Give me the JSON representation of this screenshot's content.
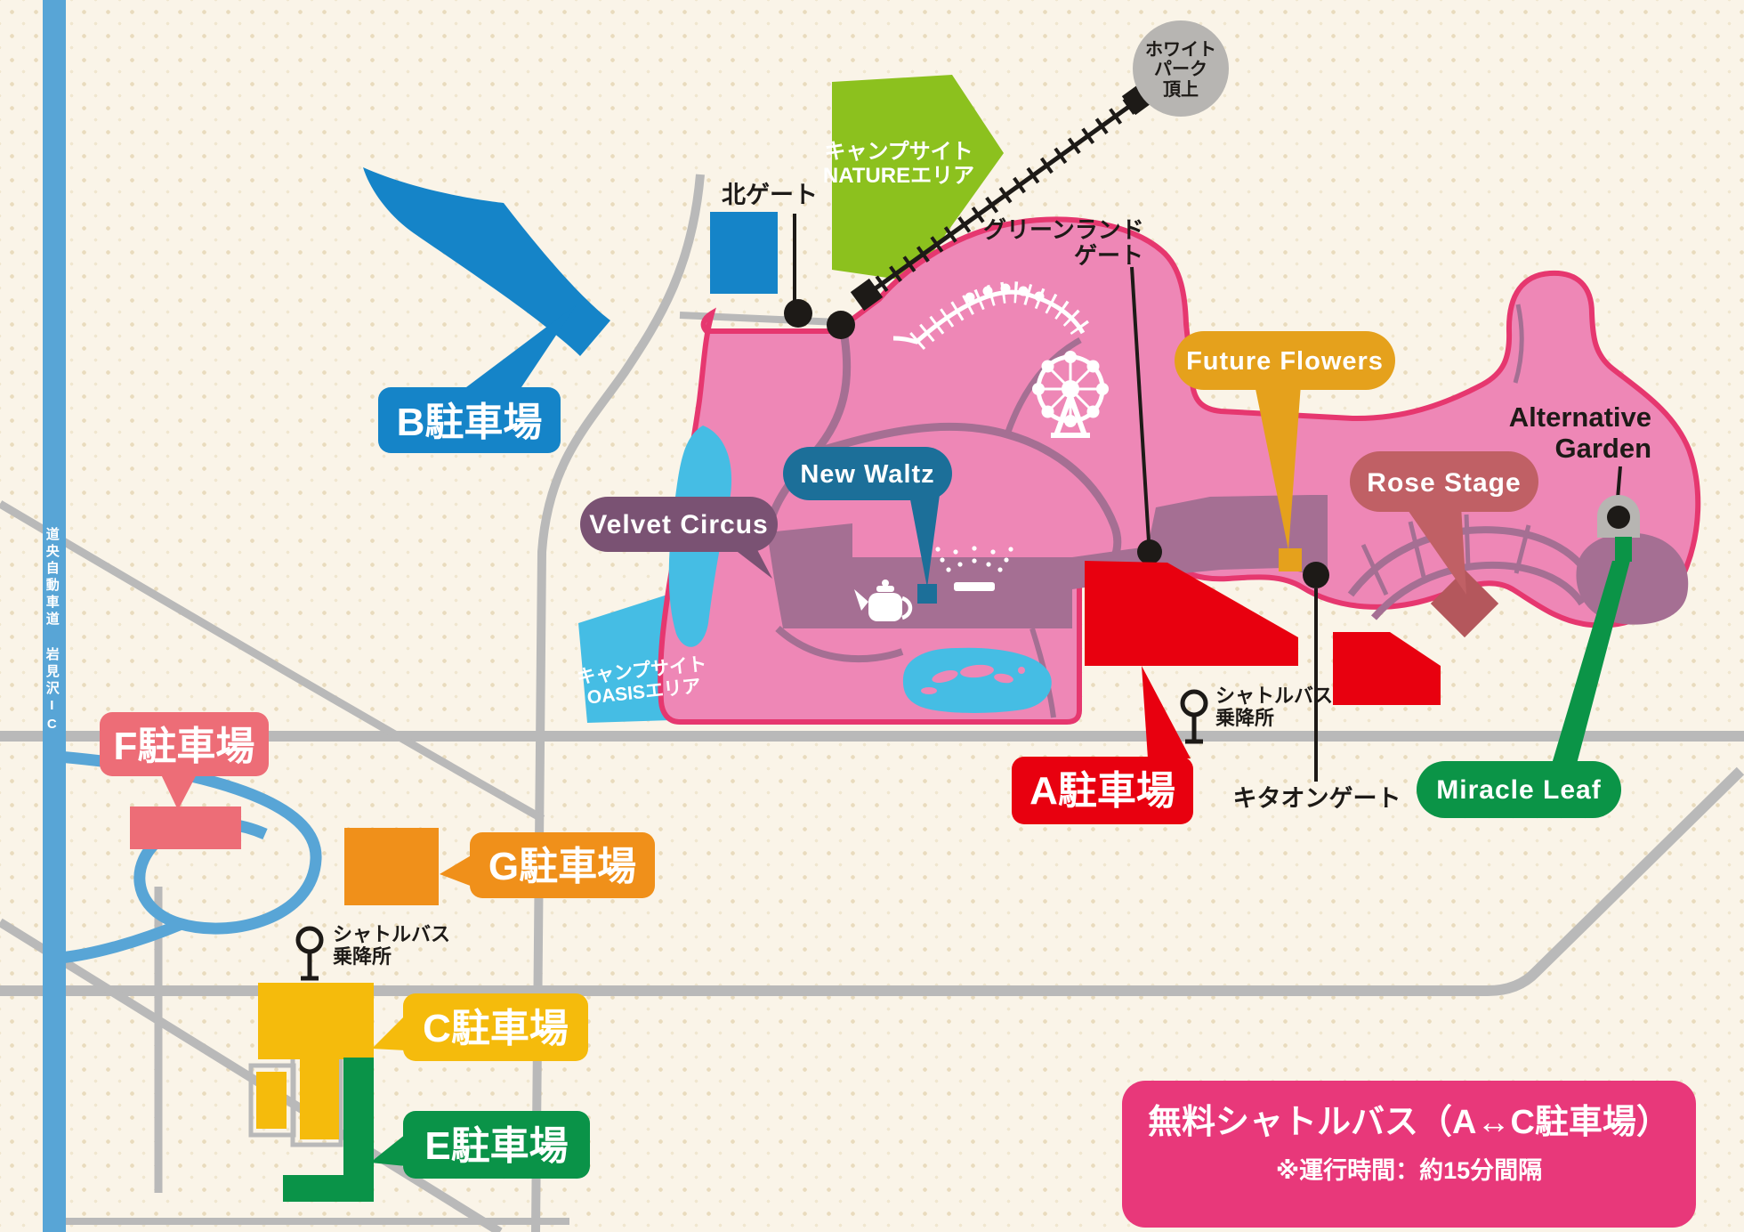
{
  "map": {
    "highway": {
      "label": "道央自動車道 岩見沢IC",
      "color": "#58a5d6"
    },
    "summit": {
      "lines": [
        "ホワイト",
        "パーク",
        "頂上"
      ],
      "color": "#b7b5b2"
    },
    "gates": {
      "north": {
        "label": "北ゲート"
      },
      "greenland": {
        "lines": [
          "グリーンランド",
          "ゲート"
        ]
      },
      "kitaon": {
        "label": "キタオンゲート"
      }
    },
    "camps": {
      "nature": {
        "lines": [
          "キャンプサイト",
          "NATUREエリア"
        ],
        "color": "#8cc11e"
      },
      "oasis": {
        "lines": [
          "キャンプサイト",
          "OASISエリア"
        ],
        "color": "#45bde4"
      }
    },
    "stages": [
      {
        "id": "velvet-circus",
        "label": "Velvet Circus",
        "color": "#7a5273"
      },
      {
        "id": "new-waltz",
        "label": "New Waltz",
        "color": "#1c6f99"
      },
      {
        "id": "future-flowers",
        "label": "Future Flowers",
        "color": "#e5a11c"
      },
      {
        "id": "rose-stage",
        "label": "Rose Stage",
        "color": "#c06065"
      },
      {
        "id": "miracle-leaf",
        "label": "Miracle Leaf",
        "color": "#0b9447"
      }
    ],
    "alternative_garden": {
      "lines": [
        "Alternative",
        "Garden"
      ]
    },
    "parkings": [
      {
        "id": "A",
        "label": "A駐車場",
        "color": "#e8000f"
      },
      {
        "id": "B",
        "label": "B駐車場",
        "color": "#1584c8"
      },
      {
        "id": "C",
        "label": "C駐車場",
        "color": "#f5bb0c"
      },
      {
        "id": "E",
        "label": "E駐車場",
        "color": "#0a9348"
      },
      {
        "id": "F",
        "label": "F駐車場",
        "color": "#ed6d77"
      },
      {
        "id": "G",
        "label": "G駐車場",
        "color": "#f0901a"
      }
    ],
    "bus_stops": [
      {
        "lines": [
          "シャトルバス",
          "乗降所"
        ]
      },
      {
        "lines": [
          "シャトルバス",
          "乗降所"
        ]
      }
    ],
    "notice": {
      "line1": "無料シャトルバス（A↔C駐車場）",
      "line2": "※運行時間：約15分間隔",
      "color": "#e8387a"
    },
    "colors": {
      "park_fill": "#ee87b6",
      "park_border": "#e6376f",
      "plaza": "#a56f93",
      "water": "#45bde4",
      "road": "#b9b9b9",
      "background": "#faf4e8",
      "rose_diamond": "#b4575c",
      "gate_dot": "#1d1a17"
    }
  }
}
